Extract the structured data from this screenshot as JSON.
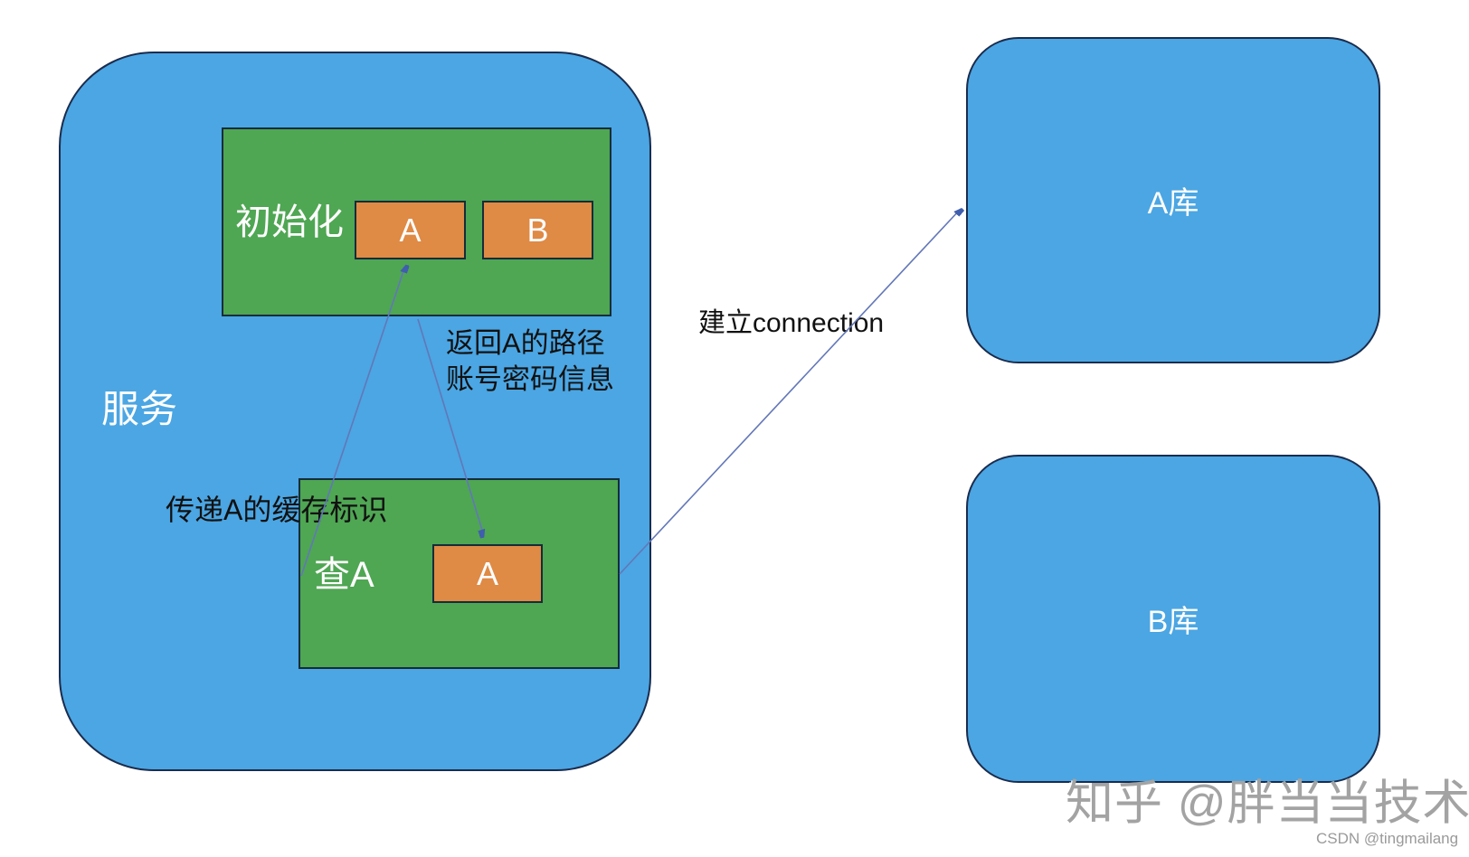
{
  "diagram": {
    "service_box": {
      "label": "服务"
    },
    "init_group": {
      "label": "初始化",
      "items": [
        {
          "label": "A"
        },
        {
          "label": "B"
        }
      ]
    },
    "query_group": {
      "label": "查A",
      "items": [
        {
          "label": "A"
        }
      ]
    },
    "db_a": {
      "label": "A库"
    },
    "db_b": {
      "label": "B库"
    },
    "annotations": {
      "return_info_line1": "返回A的路径",
      "return_info_line2": "账号密码信息",
      "pass_cache": "传递A的缓存标识",
      "establish_connection": "建立connection"
    },
    "watermarks": {
      "zhihu": "知乎 @胖当当技术",
      "csdn": "CSDN @tingmailang"
    },
    "colors": {
      "box_blue": "#4BA6E3",
      "box_green": "#4FA653",
      "box_orange": "#DF8A45",
      "border_navy": "#1a2c4e",
      "arrow_line": "#6277b8",
      "arrow_head": "#3f5eae",
      "text_dark": "#111111",
      "text_light": "#ffffff",
      "watermark_grey": "#a3a3a3"
    }
  }
}
